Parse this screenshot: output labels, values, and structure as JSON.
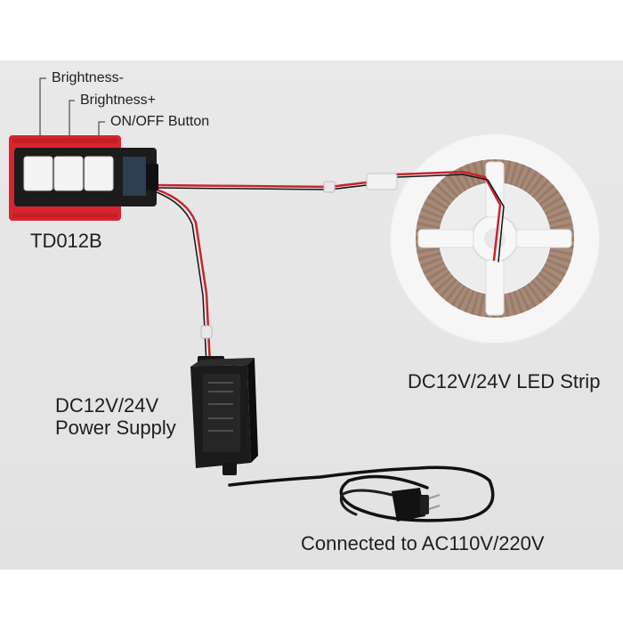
{
  "labels": {
    "brightness_minus": "Brightness-",
    "brightness_plus": "Brightness+",
    "onoff_button": "ON/OFF Button",
    "model": "TD012B",
    "led_strip": "DC12V/24V LED Strip",
    "power_supply_line1": "DC12V/24V",
    "power_supply_line2": "Power Supply",
    "mains": "Connected to AC110V/220V"
  },
  "colors": {
    "background": "#e6e6e6",
    "controller_frame": "#d8242e",
    "controller_body": "#1c1c1c",
    "wire_red": "#c9242c",
    "wire_black": "#111111",
    "reel": "#f4f4f4",
    "strip": "#a88a78"
  }
}
